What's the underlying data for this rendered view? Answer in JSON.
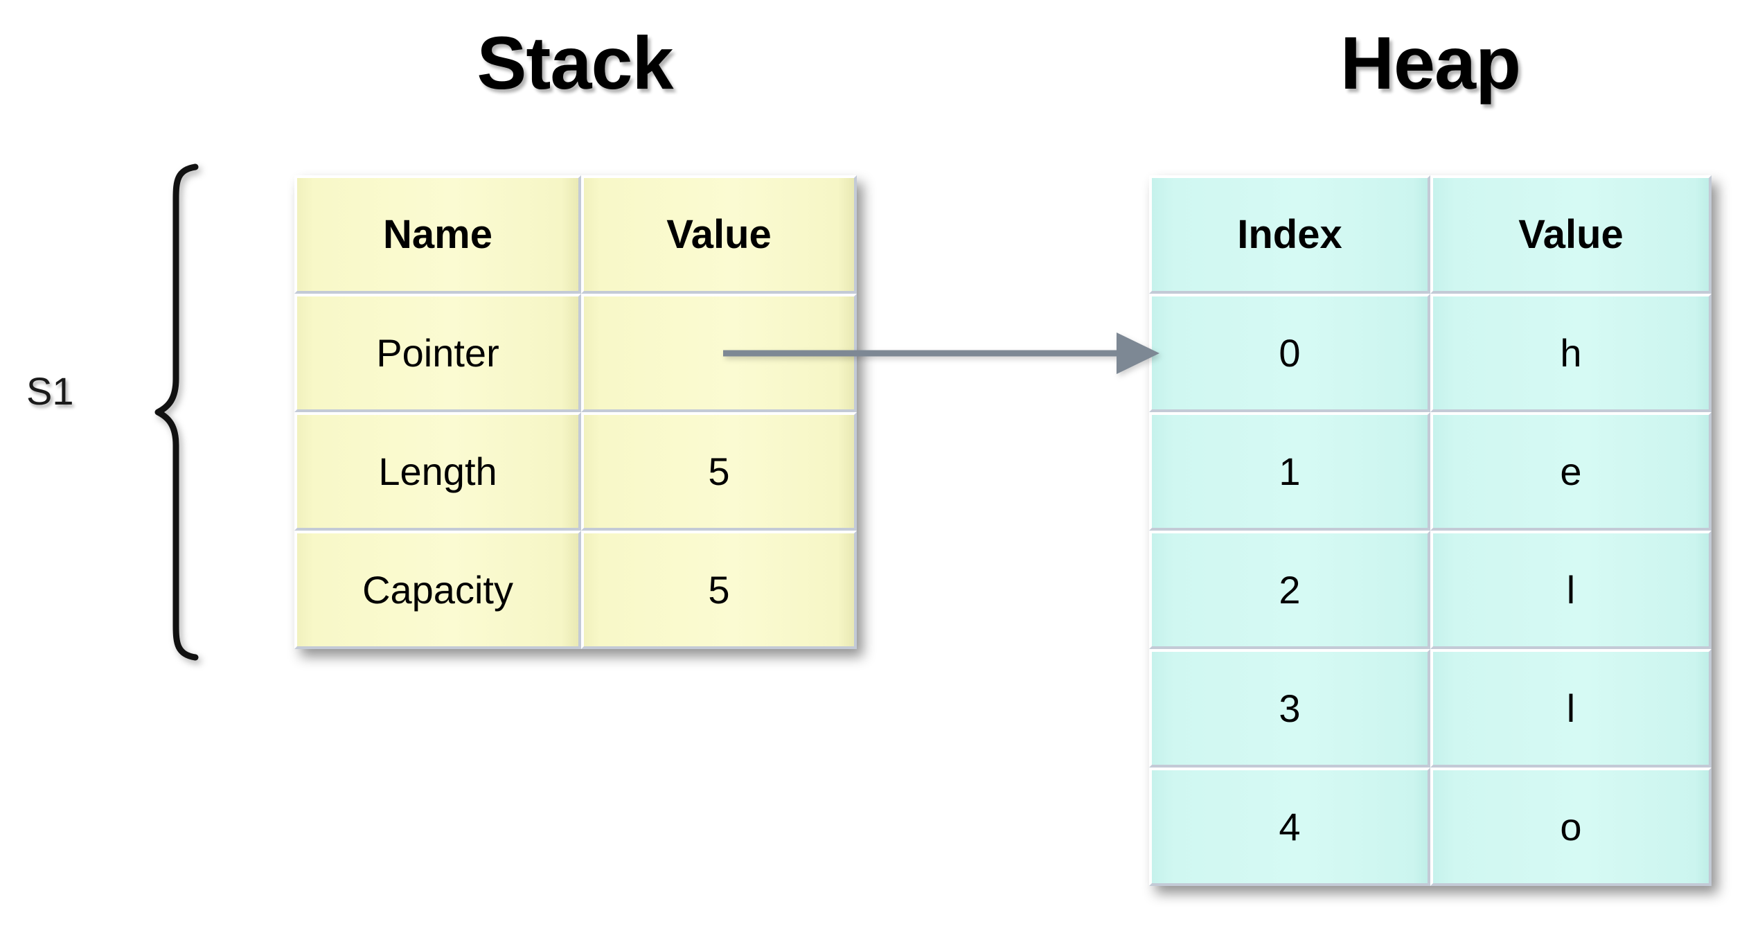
{
  "diagram": {
    "stack": {
      "title": "Stack",
      "group_label": "S1",
      "columns": [
        "Name",
        "Value"
      ],
      "rows": [
        {
          "name": "Pointer",
          "value": ""
        },
        {
          "name": "Length",
          "value": "5"
        },
        {
          "name": "Capacity",
          "value": "5"
        }
      ],
      "cell_color": "#f8f8c8",
      "border_color": "#c3cad6"
    },
    "heap": {
      "title": "Heap",
      "columns": [
        "Index",
        "Value"
      ],
      "rows": [
        {
          "index": "0",
          "value": "h"
        },
        {
          "index": "1",
          "value": "e"
        },
        {
          "index": "2",
          "value": "l"
        },
        {
          "index": "3",
          "value": "l"
        },
        {
          "index": "4",
          "value": "o"
        }
      ],
      "cell_color": "#ccf5ef",
      "border_color": "#c3cad6"
    },
    "connector": {
      "name": "pointer-arrow",
      "from": "stack.Pointer.value",
      "to": "heap.index.0",
      "color": "#7d8894"
    },
    "background_color": "#ffffff"
  }
}
